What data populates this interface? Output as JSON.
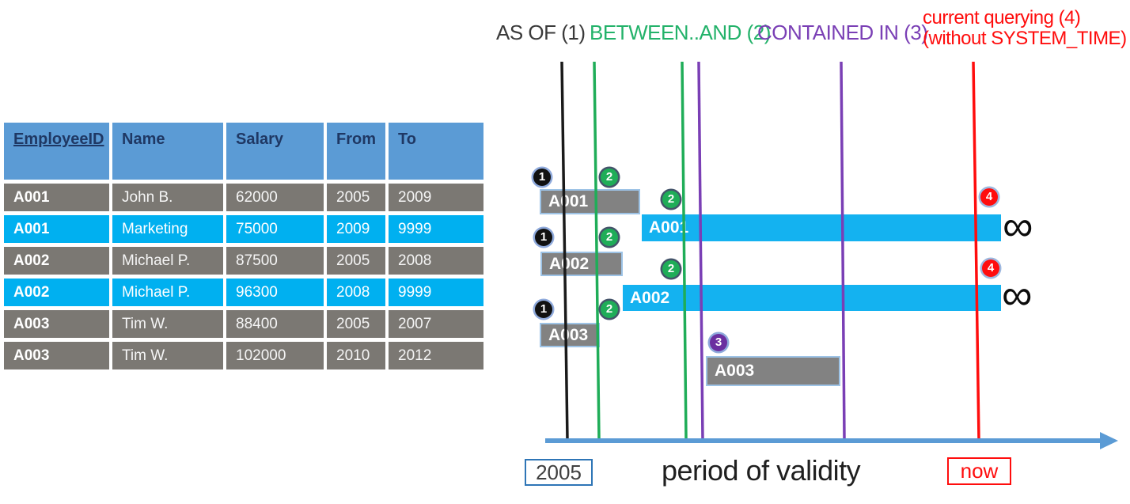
{
  "table": {
    "headers": [
      "EmployeeID",
      "Name",
      "Salary",
      "From",
      "To"
    ],
    "rows": [
      {
        "cells": [
          "A001",
          "John B.",
          "62000",
          "2005",
          "2009"
        ],
        "highlight": false
      },
      {
        "cells": [
          "A001",
          "Marketing",
          "75000",
          "2009",
          "9999"
        ],
        "highlight": true
      },
      {
        "cells": [
          "A002",
          "Michael P.",
          "87500",
          "2005",
          "2008"
        ],
        "highlight": false
      },
      {
        "cells": [
          "A002",
          "Michael P.",
          "96300",
          "2008",
          "9999"
        ],
        "highlight": true
      },
      {
        "cells": [
          "A003",
          "Tim W.",
          "88400",
          "2005",
          "2007"
        ],
        "highlight": false
      },
      {
        "cells": [
          "A003",
          "Tim W.",
          "102000",
          "2010",
          "2012"
        ],
        "highlight": false
      }
    ]
  },
  "legend": {
    "as_of": "AS OF (1)",
    "between_and": "BETWEEN..AND (2)",
    "contained_in": "CONTAINED IN (3)",
    "current_line1": "current querying (4)",
    "current_line2": "(without SYSTEM_TIME)"
  },
  "timeline": {
    "bars": [
      {
        "label": "A001",
        "kind": "history"
      },
      {
        "label": "A001",
        "kind": "current",
        "open_ended": true
      },
      {
        "label": "A002",
        "kind": "history"
      },
      {
        "label": "A002",
        "kind": "current",
        "open_ended": true
      },
      {
        "label": "A003",
        "kind": "history"
      },
      {
        "label": "A003",
        "kind": "history"
      }
    ],
    "badges": [
      "1",
      "2",
      "2",
      "4",
      "1",
      "2",
      "2",
      "4",
      "1",
      "2",
      "3"
    ],
    "infinity": "∞",
    "start_label": "2005",
    "now_label": "now",
    "axis_label": "period of validity"
  },
  "colors": {
    "header_blue": "#5B9BD5",
    "header_text": "#1F3864",
    "row_gray": "#7B7873",
    "row_cyan": "#00B0F0",
    "bar_gray": "#828282",
    "bar_cyan": "#14B2F0",
    "green": "#1FAD58",
    "green_label": "#23B26A",
    "purple": "#7A3FB5",
    "red": "#FF0D0D",
    "axis_blue": "#5B9BD5"
  }
}
